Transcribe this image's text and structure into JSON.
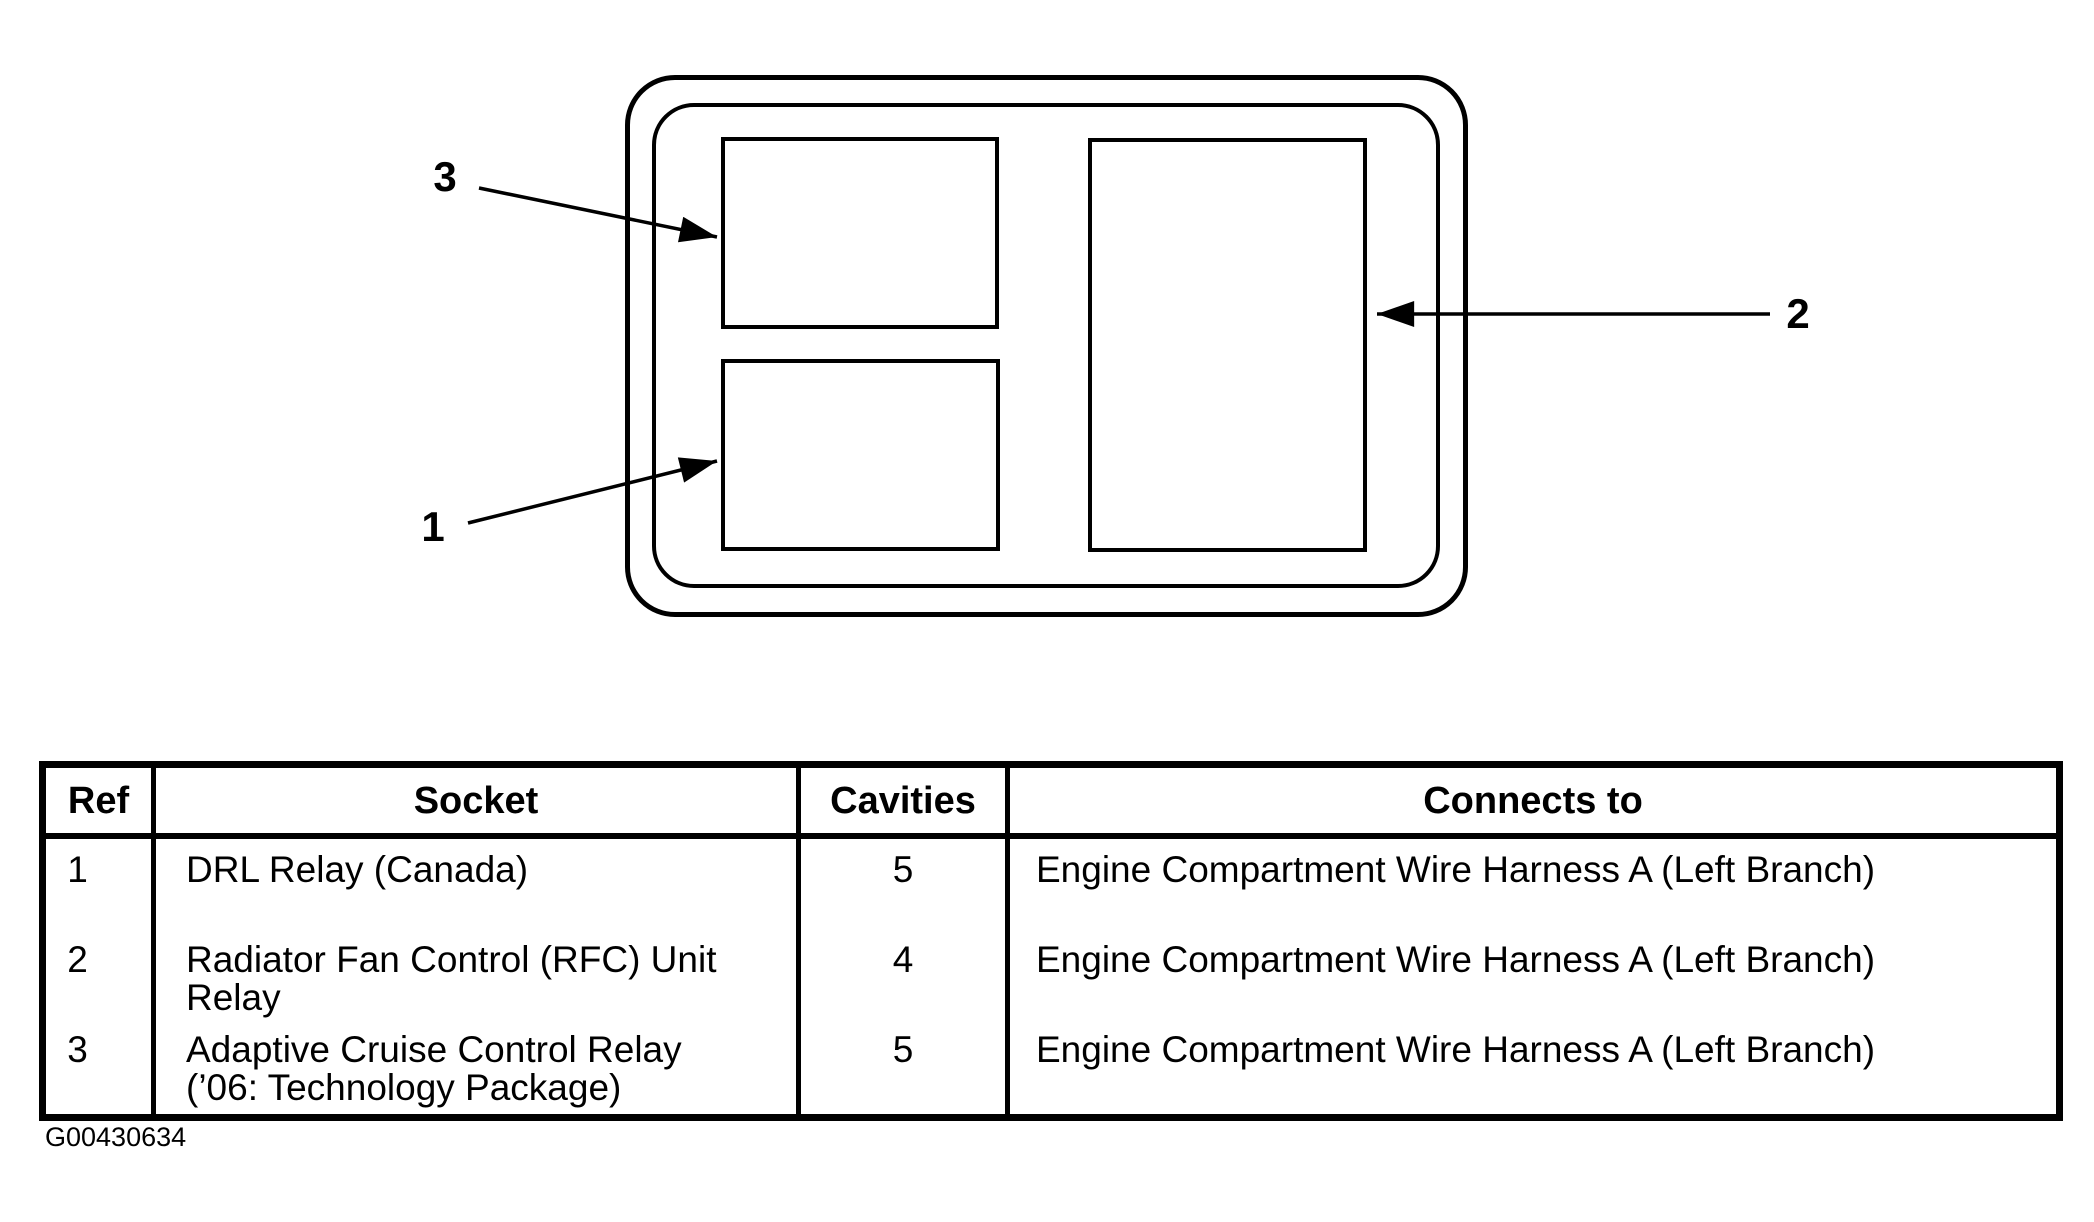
{
  "figure": {
    "id": "G00430634",
    "description": "Relay box layout with three sockets",
    "callouts": [
      {
        "number": "3",
        "points_to": "upper-left socket"
      },
      {
        "number": "1",
        "points_to": "lower-left socket"
      },
      {
        "number": "2",
        "points_to": "right socket"
      }
    ]
  },
  "table": {
    "headers": {
      "ref": "Ref",
      "socket": "Socket",
      "cavities": "Cavities",
      "connects": "Connects to"
    },
    "rows": [
      {
        "ref": "1",
        "socket_line1": "DRL Relay (Canada)",
        "socket_line2": "",
        "cavities": "5",
        "connects": "Engine Compartment Wire Harness A (Left Branch)"
      },
      {
        "ref": "2",
        "socket_line1": "Radiator Fan Control (RFC) Unit",
        "socket_line2": "Relay",
        "cavities": "4",
        "connects": "Engine Compartment Wire Harness A (Left Branch)"
      },
      {
        "ref": "3",
        "socket_line1": "Adaptive Cruise Control Relay",
        "socket_line2": "(’06: Technology Package)",
        "cavities": "5",
        "connects": "Engine Compartment Wire Harness A (Left Branch)"
      }
    ]
  },
  "colors": {
    "ink": "#000000",
    "paper": "#ffffff"
  }
}
